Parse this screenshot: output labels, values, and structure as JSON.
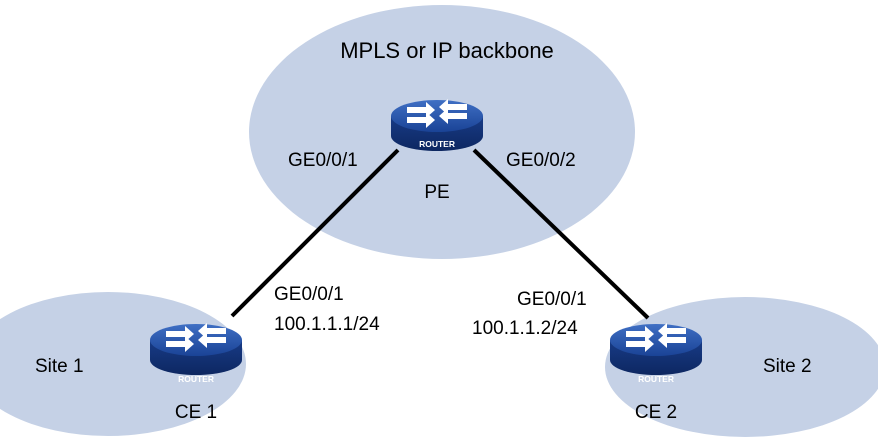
{
  "backbone": {
    "label": "MPLS or IP backbone"
  },
  "devices": {
    "pe": {
      "name": "PE",
      "badge": "ROUTER"
    },
    "ce1": {
      "name": "CE 1",
      "badge": "ROUTER"
    },
    "ce2": {
      "name": "CE 2",
      "badge": "ROUTER"
    }
  },
  "sites": {
    "site1": {
      "label": "Site 1"
    },
    "site2": {
      "label": "Site 2"
    }
  },
  "interfaces": {
    "pe_left": {
      "name": "GE0/0/1"
    },
    "pe_right": {
      "name": "GE0/0/2"
    },
    "ce1": {
      "name": "GE0/0/1",
      "ip": "100.1.1.1/24"
    },
    "ce2": {
      "name": "GE0/0/1",
      "ip": "100.1.1.2/24"
    }
  },
  "colors": {
    "cloud_fill": "#c5d1e6",
    "router_body": "#173c8a",
    "link": "#000000"
  }
}
